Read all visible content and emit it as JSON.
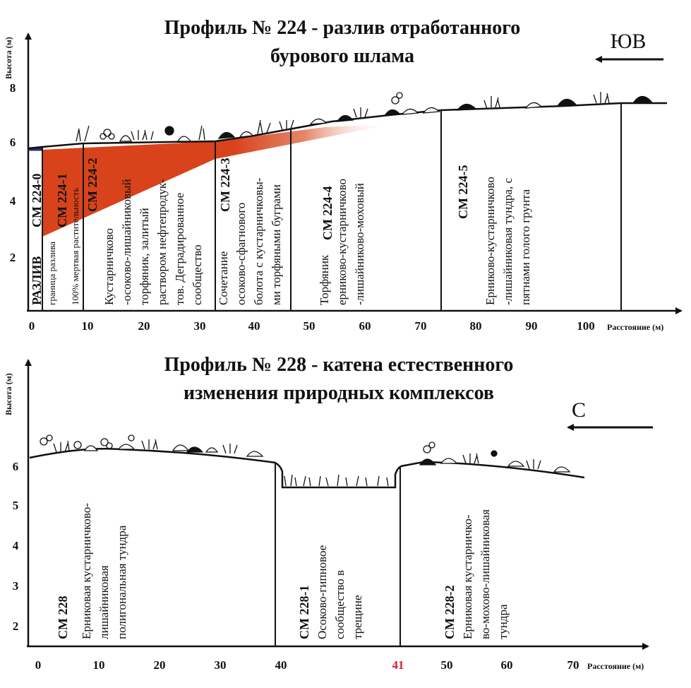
{
  "profile_224": {
    "title_line1": "Профиль № 224 - разлив отработанного",
    "title_line2": "бурового шлама",
    "direction": "ЮВ",
    "y_axis_label": "Высота (м)",
    "x_axis_label": "Расстояние (м)",
    "y_ticks": [
      "8",
      "6",
      "4",
      "2"
    ],
    "x_ticks": [
      "0",
      "10",
      "20",
      "30",
      "40",
      "50",
      "60",
      "70",
      "80",
      "90",
      "100"
    ],
    "spill_color": "#d8431b",
    "zones": [
      {
        "code": "РАЗЛИВ",
        "code2": "СМ 224-0",
        "lines": []
      },
      {
        "code": "СМ 224-1",
        "lines": [
          "граница разлива",
          "100% мертвая растительность"
        ]
      },
      {
        "code": "СМ 224-2",
        "lines": [
          "Кустарничково",
          "-осоково-лишайниковый",
          "торфяник, залитый",
          "раствором нефтепродук-",
          "тов. Деградированное",
          "сообщество"
        ]
      },
      {
        "code": "СМ 224-3",
        "lines": [
          "Сочетание",
          "осоково-сфагнового",
          "болота с кустарничковы-",
          "ми торфяными буграми"
        ]
      },
      {
        "code": "СМ 224-4",
        "lines": [
          "Торфяник",
          "ерниково-кустарничково",
          "-лишайниково-моховый"
        ]
      },
      {
        "code": "СМ 224-5",
        "lines": [
          "Ерниково-кустарничково",
          "-лишайниковая тундра, с",
          "пятнами голого грунта"
        ]
      }
    ]
  },
  "profile_228": {
    "title_line1": "Профиль № 228 - катена естественного",
    "title_line2": "изменения природных комплексов",
    "direction": "С",
    "y_axis_label": "Высота (м)",
    "x_axis_label": "Расстояние (м)",
    "y_ticks": [
      "6",
      "5",
      "4",
      "3",
      "2"
    ],
    "x_ticks": [
      "0",
      "10",
      "20",
      "30",
      "40",
      "41",
      "50",
      "60",
      "70"
    ],
    "highlight_tick_color": "#d8202a",
    "zones": [
      {
        "code": "СМ 228",
        "lines": [
          "Ерниковая кустарничково-",
          "лишайниковая",
          "полигональная тундра"
        ]
      },
      {
        "code": "СМ 228-1",
        "lines": [
          "Осоково-гипновое",
          "сообщество в",
          "трещине"
        ]
      },
      {
        "code": "СМ 228-2",
        "lines": [
          "Ерниковая кустарничко-",
          "во-мохово-лишайниковая",
          "тундра"
        ]
      }
    ]
  }
}
